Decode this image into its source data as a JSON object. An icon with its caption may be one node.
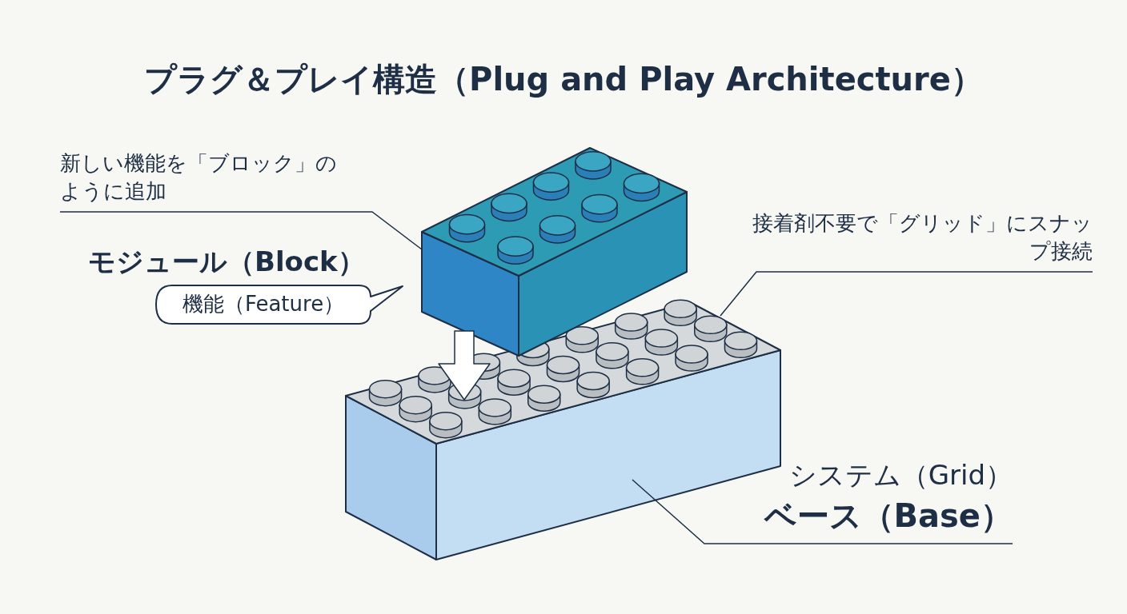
{
  "diagram": {
    "title": "プラグ＆プレイ構造（Plug and Play Architecture）",
    "nodes": [
      {
        "text": [
          "新しい機能を「ブロック」のように追加"
        ]
      },
      {
        "text": [],
        "shape": "picture"
      },
      {
        "text": [
          "接着剤不要で「グリッド」にスナップ接続"
        ]
      },
      {
        "text": [],
        "shape": "picture"
      },
      {
        "text": [
          "システム（Grid）",
          "ベース（Base）"
        ]
      },
      {
        "text": [
          "機能（Feature）"
        ]
      }
    ],
    "edges": [
      {
        "from": 0,
        "to": 1,
        "arrow": "none"
      },
      {
        "from": 2,
        "to": 3,
        "arrow": "none"
      },
      {
        "from": 4,
        "to": 3,
        "arrow": "none"
      },
      {
        "from": 1,
        "to": 3,
        "arrow": "to",
        "style": "thick"
      }
    ],
    "labels": [
      "モジュール（Block）"
    ]
  }
}
